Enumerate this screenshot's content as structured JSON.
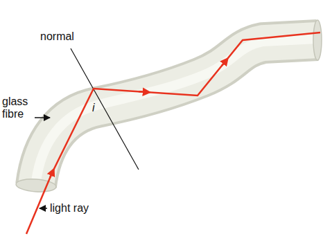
{
  "diagram": {
    "labels": [
      "normal",
      "glass fibre",
      "i",
      "light ray"
    ]
  }
}
